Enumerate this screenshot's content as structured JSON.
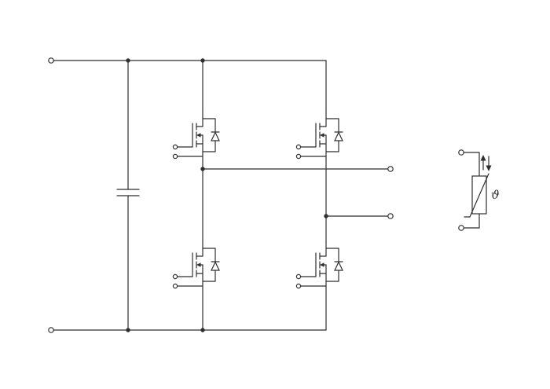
{
  "diagram": {
    "kind": "circuit-schematic",
    "subject": "H-bridge power stage: DC-link capacitor, four N-channel MOSFETs with antiparallel freewheeling diodes and gate/source-sense pins, two phase output terminals, plus a separate thermistor element",
    "colors": {
      "stroke": "#2f2f2f",
      "background": "#ffffff"
    },
    "thermistor": {
      "label": "ϑ"
    },
    "terminals": [
      {
        "id": "dc-plus-terminal",
        "position": "left-top"
      },
      {
        "id": "dc-minus-terminal",
        "position": "left-bottom"
      },
      {
        "id": "ac-output-1-terminal",
        "position": "right-upper"
      },
      {
        "id": "ac-output-2-terminal",
        "position": "right-lower"
      },
      {
        "id": "thermistor-terminal-top",
        "position": "far-right-top"
      },
      {
        "id": "thermistor-terminal-bottom",
        "position": "far-right-bottom"
      }
    ],
    "components": [
      "dc-link-capacitor",
      "mosfet-high-side-left",
      "mosfet-low-side-left",
      "mosfet-high-side-right",
      "mosfet-low-side-right",
      "thermistor"
    ]
  }
}
